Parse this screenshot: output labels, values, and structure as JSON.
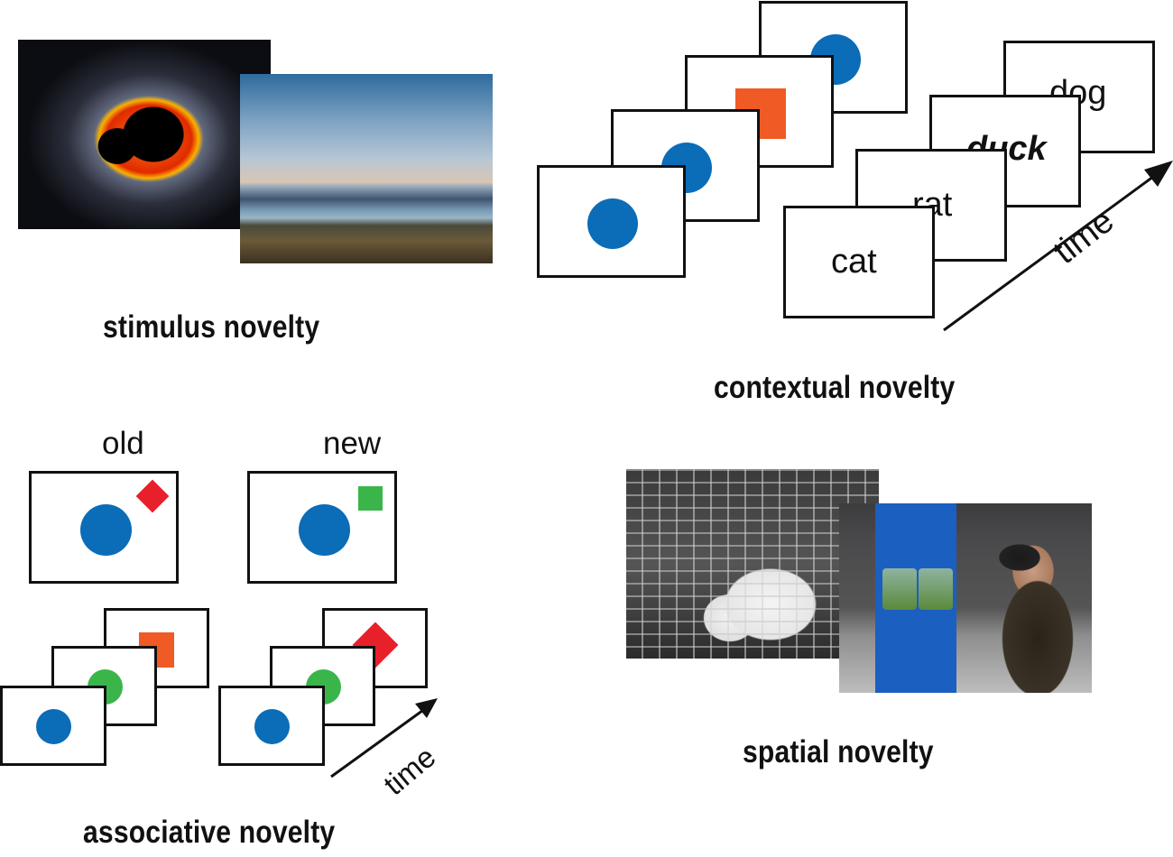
{
  "panels": {
    "stimulus": {
      "caption": "stimulus novelty",
      "images": [
        {
          "name": "mandelbrot-fractal",
          "description": "fractal image"
        },
        {
          "name": "mountain-lake-landscape",
          "description": "landscape photo"
        }
      ]
    },
    "contextual": {
      "caption": "contextual novelty",
      "shape_sequence": [
        "blue-circle",
        "blue-circle",
        "orange-square",
        "blue-circle"
      ],
      "word_sequence": [
        "cat",
        "rat",
        "duck",
        "dog"
      ],
      "novel_word": "duck",
      "time_label": "time"
    },
    "associative": {
      "caption": "associative novelty",
      "old_label": "old",
      "new_label": "new",
      "time_label": "time",
      "old_display": [
        "blue-circle",
        "red-diamond"
      ],
      "new_display": [
        "blue-circle",
        "green-square"
      ],
      "sequence_old": [
        "blue-circle",
        "green-circle",
        "orange-square"
      ],
      "sequence_new": [
        "blue-circle",
        "green-circle",
        "red-diamond"
      ]
    },
    "spatial": {
      "caption": "spatial novelty",
      "images": [
        {
          "name": "rat-in-cage",
          "description": "white rat in wire cage"
        },
        {
          "name": "vr-headset-user",
          "description": "person with VR headset and controller"
        }
      ]
    }
  },
  "colors": {
    "blue": "#0b6cb8",
    "orange": "#f05a24",
    "red": "#e8202a",
    "green": "#3ab54a",
    "frame": "#111111"
  }
}
